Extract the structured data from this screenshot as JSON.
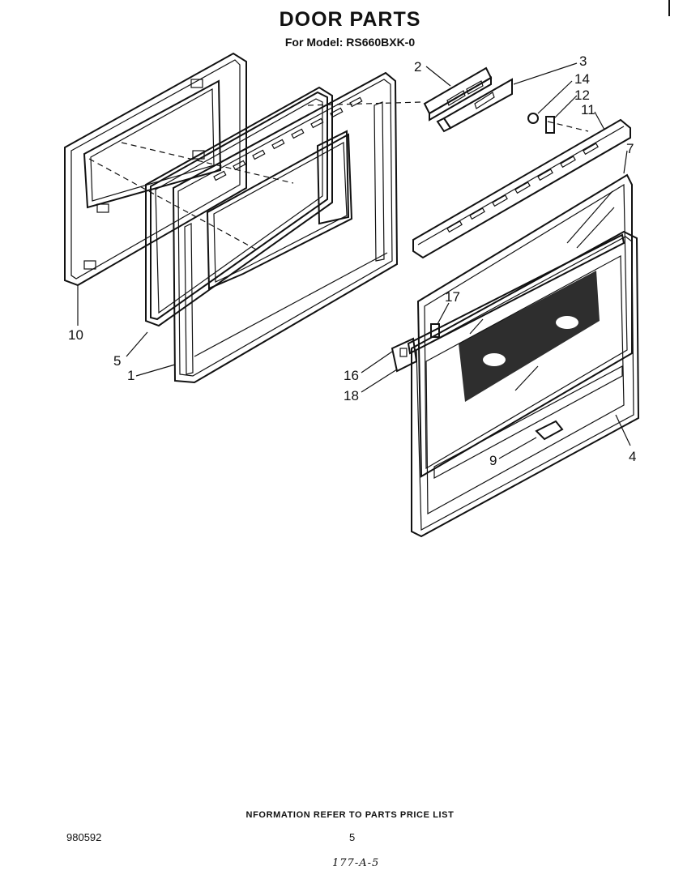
{
  "header": {
    "title": "DOOR PARTS",
    "subtitle": "For Model: RS660BXK-0"
  },
  "callouts": [
    "1",
    "2",
    "3",
    "4",
    "5",
    "7",
    "9",
    "10",
    "11",
    "12",
    "14",
    "16",
    "17",
    "18"
  ],
  "footer": {
    "note": "NFORMATION REFER TO PARTS PRICE LIST",
    "document_number": "980592",
    "page_number": "5",
    "handwritten_code": "177-A-5"
  }
}
